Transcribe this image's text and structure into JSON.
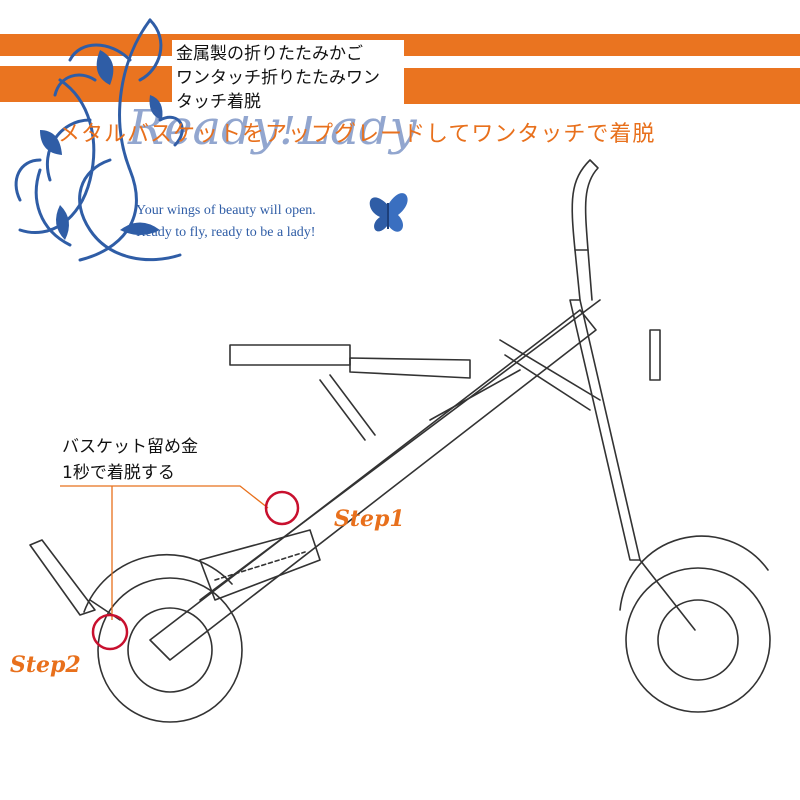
{
  "header": {
    "jp_lines": [
      "金属製の折りたたみかご",
      "ワンタッチ折りたたみワン",
      "タッチ着脱"
    ],
    "orange_line": "メタルバスケットをアップグレードしてワンタッチで着脱",
    "script_title": "Ready!Lady",
    "tagline": [
      "Your wings of beauty will open.",
      "Ready to fly, ready to be a lady!"
    ]
  },
  "callout": {
    "lines": [
      "バスケット留め金",
      "1秒で着脱する"
    ]
  },
  "steps": {
    "step1": "Step1",
    "step2": "Step2"
  },
  "icons": {
    "floral": "floral-ornament-icon",
    "butterfly": "butterfly-icon"
  },
  "colors": {
    "accent": "#ea7420",
    "brand_blue": "#2f5da6",
    "highlight": "#c8102e"
  }
}
